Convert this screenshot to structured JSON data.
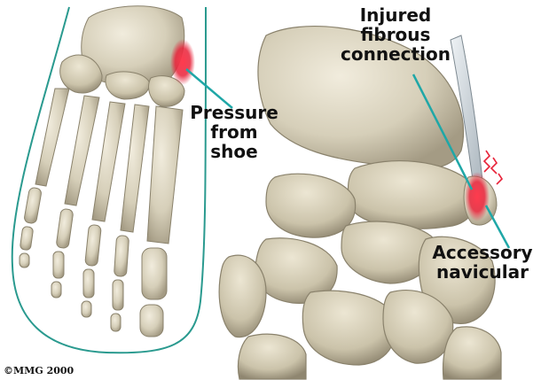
{
  "labels": {
    "pressure": "Pressure\nfrom\nshoe",
    "fibrous": "Injured\nfibrous\nconnection",
    "accessory": "Accessory\nnavicular"
  },
  "copyright": "©MMG 2000",
  "colors": {
    "bone": "#d9d2bd",
    "bone_shadow": "#9a927c",
    "shoe_outline": "#2a9a8f",
    "pointer_line": "#1fa7a7",
    "inflammation": "#e8233a",
    "tendon": "#c9d2d8"
  },
  "icons": {
    "pain_marks": "zigzag-pain-icon"
  }
}
